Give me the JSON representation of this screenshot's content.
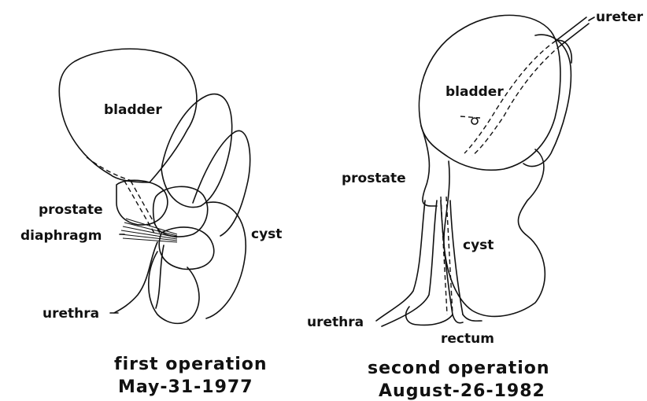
{
  "panels": [
    {
      "labels": {
        "bladder": "bladder",
        "prostate": "prostate",
        "diaphragm": "diaphragm",
        "cyst": "cyst",
        "urethra": "urethra"
      },
      "caption": {
        "line1": "first operation",
        "line2": "May-31-1977"
      }
    },
    {
      "labels": {
        "ureter": "ureter",
        "bladder": "bladder",
        "prostate": "prostate",
        "cyst": "cyst",
        "urethra": "urethra",
        "rectum": "rectum"
      },
      "caption": {
        "line1": "second operation",
        "line2": "August-26-1982"
      }
    }
  ]
}
